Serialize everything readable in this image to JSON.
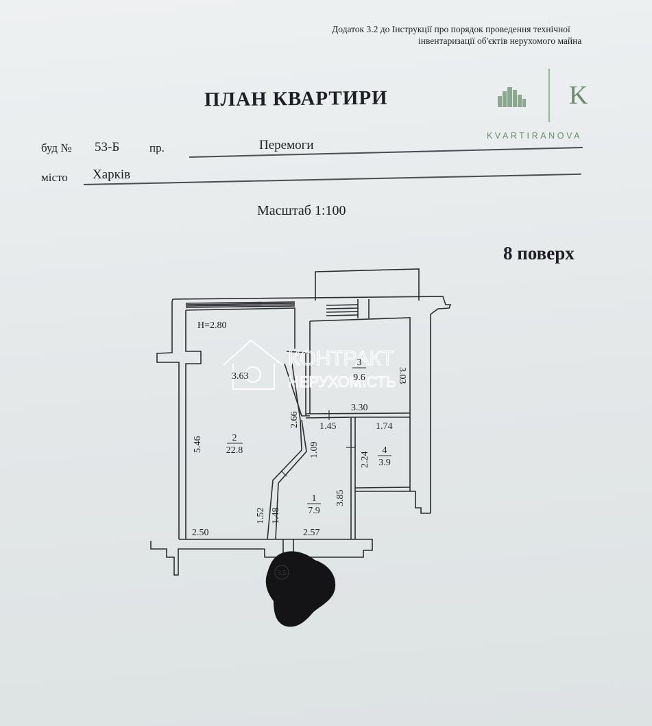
{
  "appendix": {
    "line1": "Додаток 3.2 до Інструкції про порядок проведення технічної",
    "line2": "інвентаризації об'єктів нерухомого майна"
  },
  "title": "ПЛАН КВАРТИРИ",
  "address": {
    "building_label": "буд №",
    "building_number": "53-Б",
    "street_type": "пр.",
    "street_name": "Перемоги",
    "city_label": "місто",
    "city_name": "Харків"
  },
  "scale_text": "Масштаб 1:100",
  "floor_text": "8 поверх",
  "brand": {
    "name": "KVARTIRANOVA",
    "letter": "K",
    "color": "#6b8a6e"
  },
  "watermark": {
    "line1": "КОНТРАКТ",
    "line2": "НЕРУХОМІСТЬ"
  },
  "plan": {
    "height_label": "H=2.80",
    "rooms": [
      {
        "number": "1",
        "area": "7.9"
      },
      {
        "number": "2",
        "area": "22.8"
      },
      {
        "number": "3",
        "area": "9.6"
      },
      {
        "number": "4",
        "area": "3.9"
      }
    ],
    "dimensions": {
      "room2_top": "3.63",
      "room2_left": "5.46",
      "room2_bottom": "2.50",
      "partition_upper": "2.66",
      "partition_lower": "1.52",
      "room1_diag": "1.09",
      "room1_left": "1.48",
      "room1_bottom": "2.57",
      "room1_right": "3.85",
      "room1_top": "1.45",
      "room3_bottom": "3.30",
      "room3_right": "3.03",
      "room4_top": "1.74",
      "room4_left": "2.24"
    },
    "mark": "3.5"
  }
}
